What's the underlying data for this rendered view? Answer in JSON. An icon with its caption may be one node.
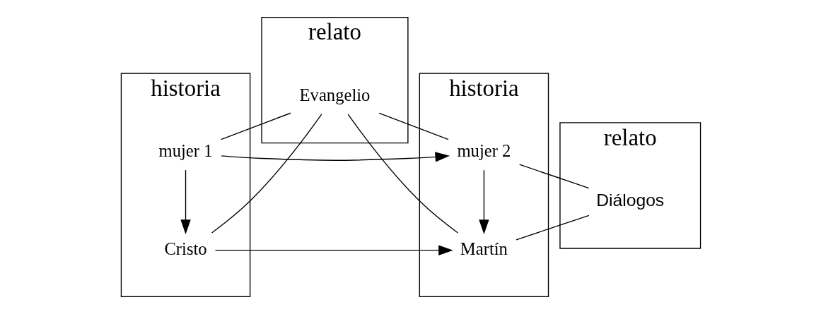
{
  "diagram": {
    "nodes": [
      {
        "text": [
          "historia"
        ]
      },
      {
        "text": [
          "mujer 1"
        ],
        "in": 0
      },
      {
        "text": [
          "Cristo"
        ],
        "in": 0
      },
      {
        "text": [
          "relato"
        ]
      },
      {
        "text": [
          "Evangelio"
        ],
        "in": 3
      },
      {
        "text": [
          "historia"
        ]
      },
      {
        "text": [
          "mujer 2"
        ],
        "in": 5
      },
      {
        "text": [
          "Martín"
        ],
        "in": 5
      },
      {
        "text": [
          "relato"
        ]
      },
      {
        "text": [
          "Diálogos"
        ],
        "in": 8
      }
    ],
    "edges": [
      {
        "from": 1,
        "to": 6,
        "arrow": "to"
      },
      {
        "from": 1,
        "to": 2,
        "arrow": "to"
      },
      {
        "from": 1,
        "to": 4,
        "arrow": "none"
      },
      {
        "from": 2,
        "to": 4,
        "arrow": "none"
      },
      {
        "from": 4,
        "to": 6,
        "arrow": "none"
      },
      {
        "from": 4,
        "to": 7,
        "arrow": "none"
      },
      {
        "from": 6,
        "to": 7,
        "arrow": "to"
      },
      {
        "from": 2,
        "to": 7,
        "arrow": "to"
      },
      {
        "from": 6,
        "to": 9,
        "arrow": "none"
      },
      {
        "from": 7,
        "to": 9,
        "arrow": "none"
      }
    ]
  }
}
